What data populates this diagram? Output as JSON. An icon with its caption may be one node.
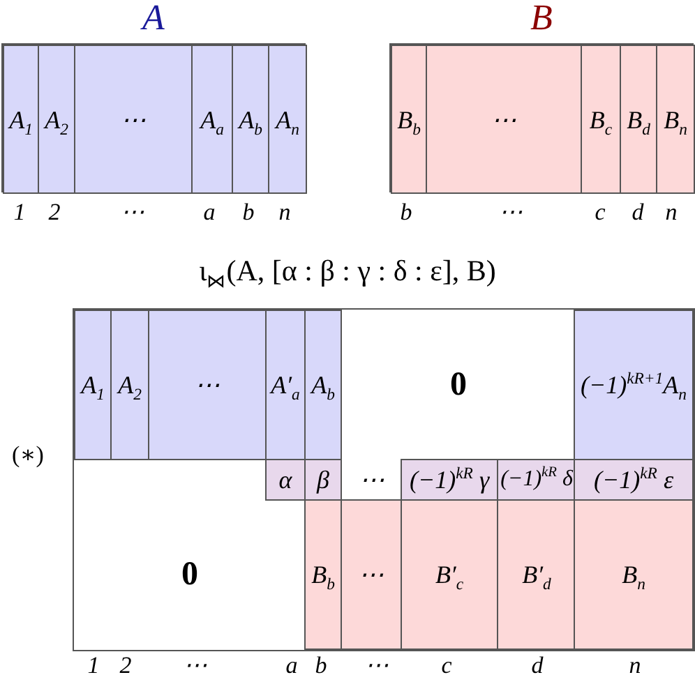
{
  "diagram": {
    "title": "ι$_{⋈}$(A, [α : β : γ : δ : ε], B)",
    "nodes": [
      {
        "text": [
          "A"
        ]
      },
      {
        "text": [
          "A$_{1}$"
        ],
        "in": 0
      },
      {
        "text": [
          "A$_{2}$"
        ],
        "in": 0
      },
      {
        "text": [
          "⋯"
        ],
        "in": 0
      },
      {
        "text": [
          "A$_{a}$"
        ],
        "in": 0
      },
      {
        "text": [
          "A$_{b}$"
        ],
        "in": 0
      },
      {
        "text": [
          "A$_{n}$"
        ],
        "in": 0
      },
      {
        "text": [
          "B"
        ]
      },
      {
        "text": [
          "B$_{b}$"
        ],
        "in": 7
      },
      {
        "text": [
          "⋯"
        ],
        "in": 7
      },
      {
        "text": [
          "B$_{c}$"
        ],
        "in": 7
      },
      {
        "text": [
          "B$_{d}$"
        ],
        "in": 7
      },
      {
        "text": [
          "B$_{n}$"
        ],
        "in": 7
      },
      {
        "text": [],
        "shape": "box"
      },
      {
        "text": [
          "A$_{1}$"
        ],
        "in": 13
      },
      {
        "text": [
          "A$_{2}$"
        ],
        "in": 13
      },
      {
        "text": [
          "⋯"
        ],
        "in": 13
      },
      {
        "text": [
          "A′$_{a}$"
        ],
        "in": 13
      },
      {
        "text": [
          "A$_{b}$"
        ],
        "in": 13
      },
      {
        "text": [
          "0"
        ],
        "in": 13
      },
      {
        "text": [
          "(−1)$^{kR+1}$A$_{n}$"
        ],
        "in": 13
      },
      {
        "text": [
          "α"
        ],
        "in": 13
      },
      {
        "text": [
          "β"
        ],
        "in": 13
      },
      {
        "text": [
          "⋯"
        ],
        "in": 13
      },
      {
        "text": [
          "(−1)$^{kR}$ γ"
        ],
        "in": 13
      },
      {
        "text": [
          "(−1)$^{kR}$ δ"
        ],
        "in": 13
      },
      {
        "text": [
          "(−1)$^{kR}$ ε"
        ],
        "in": 13
      },
      {
        "text": [
          "0"
        ],
        "in": 13
      },
      {
        "text": [
          "B$_{b}$"
        ],
        "in": 13
      },
      {
        "text": [
          "⋯"
        ],
        "in": 13
      },
      {
        "text": [
          "B′$_{c}$"
        ],
        "in": 13
      },
      {
        "text": [
          "B′$_{d}$"
        ],
        "in": 13
      },
      {
        "text": [
          "B$_{n}$"
        ],
        "in": 13
      }
    ],
    "labels": [
      "1",
      "2",
      "⋯",
      "a",
      "b",
      "n",
      "b",
      "⋯",
      "c",
      "d",
      "n",
      "(∗)",
      "1",
      "2",
      "⋯",
      "a",
      "b",
      "⋯",
      "c",
      "d",
      "n"
    ]
  }
}
